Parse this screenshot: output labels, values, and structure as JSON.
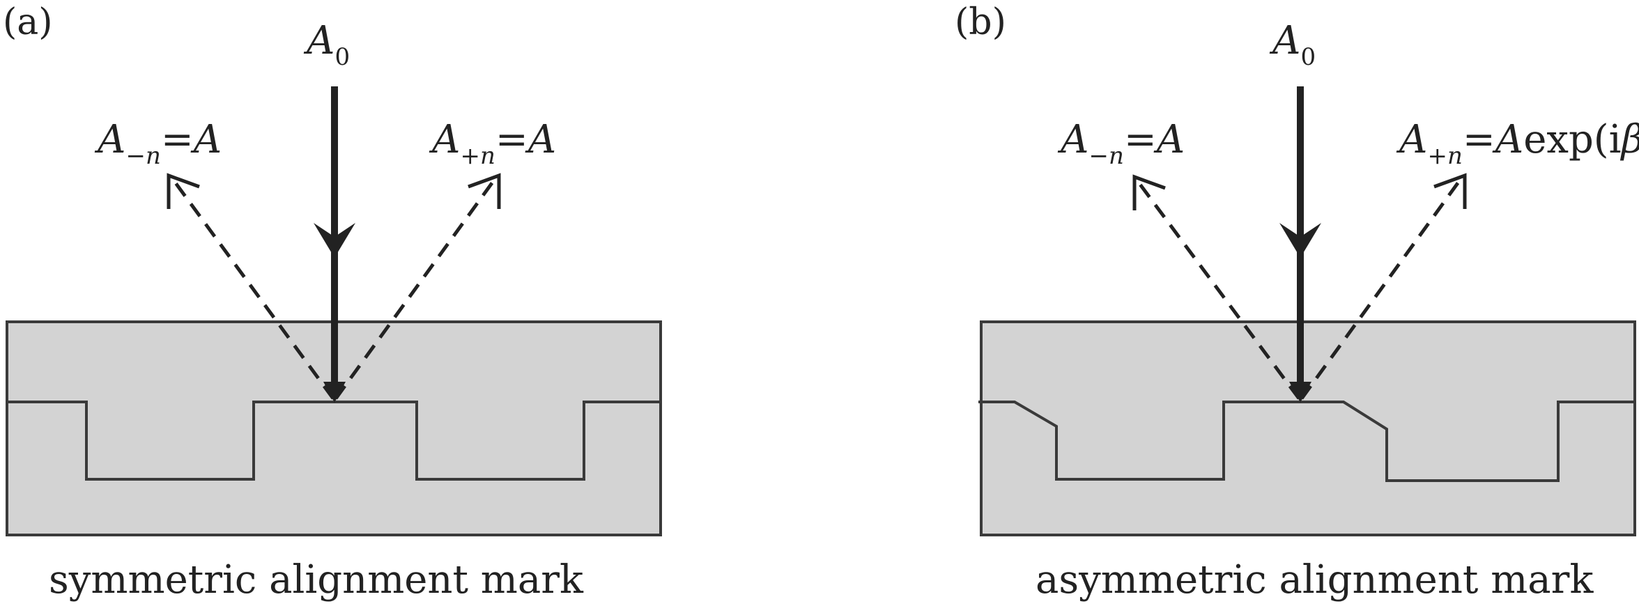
{
  "panels": [
    {
      "letter": "(a)",
      "incident": {
        "sym": "A",
        "sub": "0"
      },
      "left_order": {
        "sym": "A",
        "sub_sign": "−",
        "sub_var": "n",
        "rhs": "=A"
      },
      "right_order": {
        "sym": "A",
        "sub_sign": "+",
        "sub_var": "n",
        "rhs": "=A"
      },
      "caption": "symmetric alignment mark"
    },
    {
      "letter": "(b)",
      "incident": {
        "sym": "A",
        "sub": "0"
      },
      "left_order": {
        "sym": "A",
        "sub_sign": "−",
        "sub_var": "n",
        "rhs": "=A"
      },
      "right_order": {
        "sym": "A",
        "sub_sign": "+",
        "sub_var": "n",
        "rhs_pre": "=",
        "rhs_var": "A",
        "rhs_func": "exp(i",
        "rhs_beta": "β",
        "rhs_close": ")"
      },
      "caption": "asymmetric alignment mark"
    }
  ],
  "colors": {
    "substrate": "#d3d3d3",
    "outline": "#3a3a3a",
    "beam": "#222222"
  }
}
